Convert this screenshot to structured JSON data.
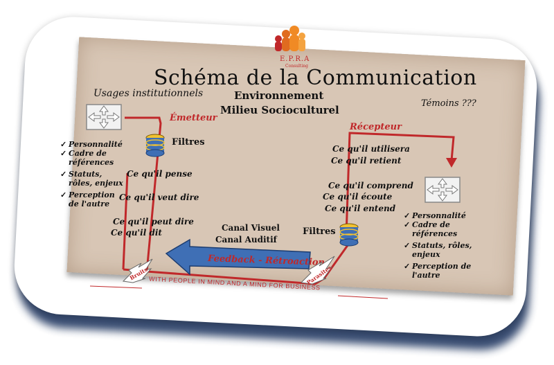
{
  "brand": {
    "name": "E.P.R.A",
    "sub": "Consulting",
    "tagline": "WITH PEOPLE IN MIND AND A MIND FOR BUSINESS"
  },
  "title": "Schéma de la Communication",
  "top": {
    "usages": "Usages institutionnels",
    "env1": "Environnement",
    "env2": "Milieu Socioculturel",
    "temoins": "Témoins ???"
  },
  "emetteur": {
    "label": "Émetteur",
    "filtres": "Filtres",
    "traits": [
      "Personnalité",
      "Cadre de références",
      "Statuts, rôles, enjeux",
      "Perception de l'autre"
    ],
    "pense": "Ce qu'il pense",
    "veut": "Ce qu'il veut dire",
    "peut": "Ce qu'il peut dire",
    "dit": "Ce qu'il dit"
  },
  "recepteur": {
    "label": "Récepteur",
    "filtres": "Filtres",
    "traits": [
      "Personnalité",
      "Cadre de références",
      "Statuts, rôles, enjeux",
      "Perception de l'autre"
    ],
    "utilisera": "Ce qu'il utilisera",
    "retient": "Ce qu'il retient",
    "comprend": "Ce qu'il comprend",
    "ecoute": "Ce qu'il écoute",
    "entend": "Ce qu'il entend"
  },
  "canal": {
    "visuel": "Canal Visuel",
    "auditif": "Canal Auditif"
  },
  "feedback": "Feedback - Rétroaction",
  "bruits": "Bruits",
  "parasites": "Parasites",
  "icons": {
    "logo": "people-group-logo",
    "left_cross": "four-arrows-icon",
    "right_cross": "four-arrows-icon",
    "filter_left": "database-filter-icon",
    "filter_right": "database-filter-icon"
  },
  "colors": {
    "line": "#c0282a",
    "arrow": "#3f6fb5",
    "panel": "#d8c6b5"
  }
}
